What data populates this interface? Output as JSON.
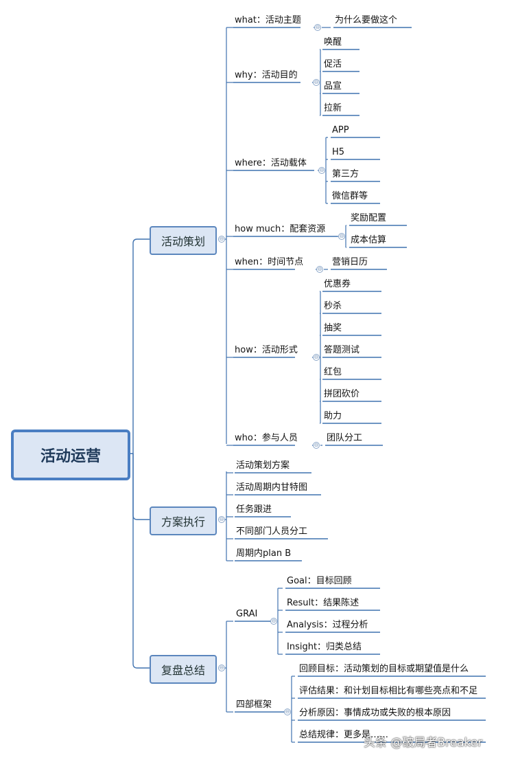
{
  "root": "活动运营",
  "branches": [
    {
      "label": "活动策划"
    },
    {
      "label": "方案执行"
    },
    {
      "label": "复盘总结"
    }
  ],
  "nodes": [
    "what：活动主题",
    "为什么要做这个",
    "why：活动目的",
    "唤醒",
    "促活",
    "品宣",
    "拉新",
    "where：活动载体",
    "APP",
    "H5",
    "第三方",
    "微信群等",
    "how much：配套资源",
    "奖励配置",
    "成本估算",
    "when：时间节点",
    "营销日历",
    "how：活动形式",
    "优惠券",
    "秒杀",
    "抽奖",
    "答题测试",
    "红包",
    "拼团砍价",
    "助力",
    "who：参与人员",
    "团队分工",
    "活动策划方案",
    "活动周期内甘特图",
    "任务跟进",
    "不同部门人员分工",
    "周期内plan B",
    "GRAI",
    "Goal：目标回顾",
    "Result：结果陈述",
    "Analysis：过程分析",
    "Insight：归类总结",
    "四部框架",
    "回顾目标：活动策划的目标或期望值是什么",
    "评估结果：和计划目标相比有哪些亮点和不足",
    "分析原因：事情成功或失败的根本原因",
    "总结规律：更多是……"
  ],
  "collapse_glyph": "⊖",
  "watermark": "头条 @破局者Breaker"
}
